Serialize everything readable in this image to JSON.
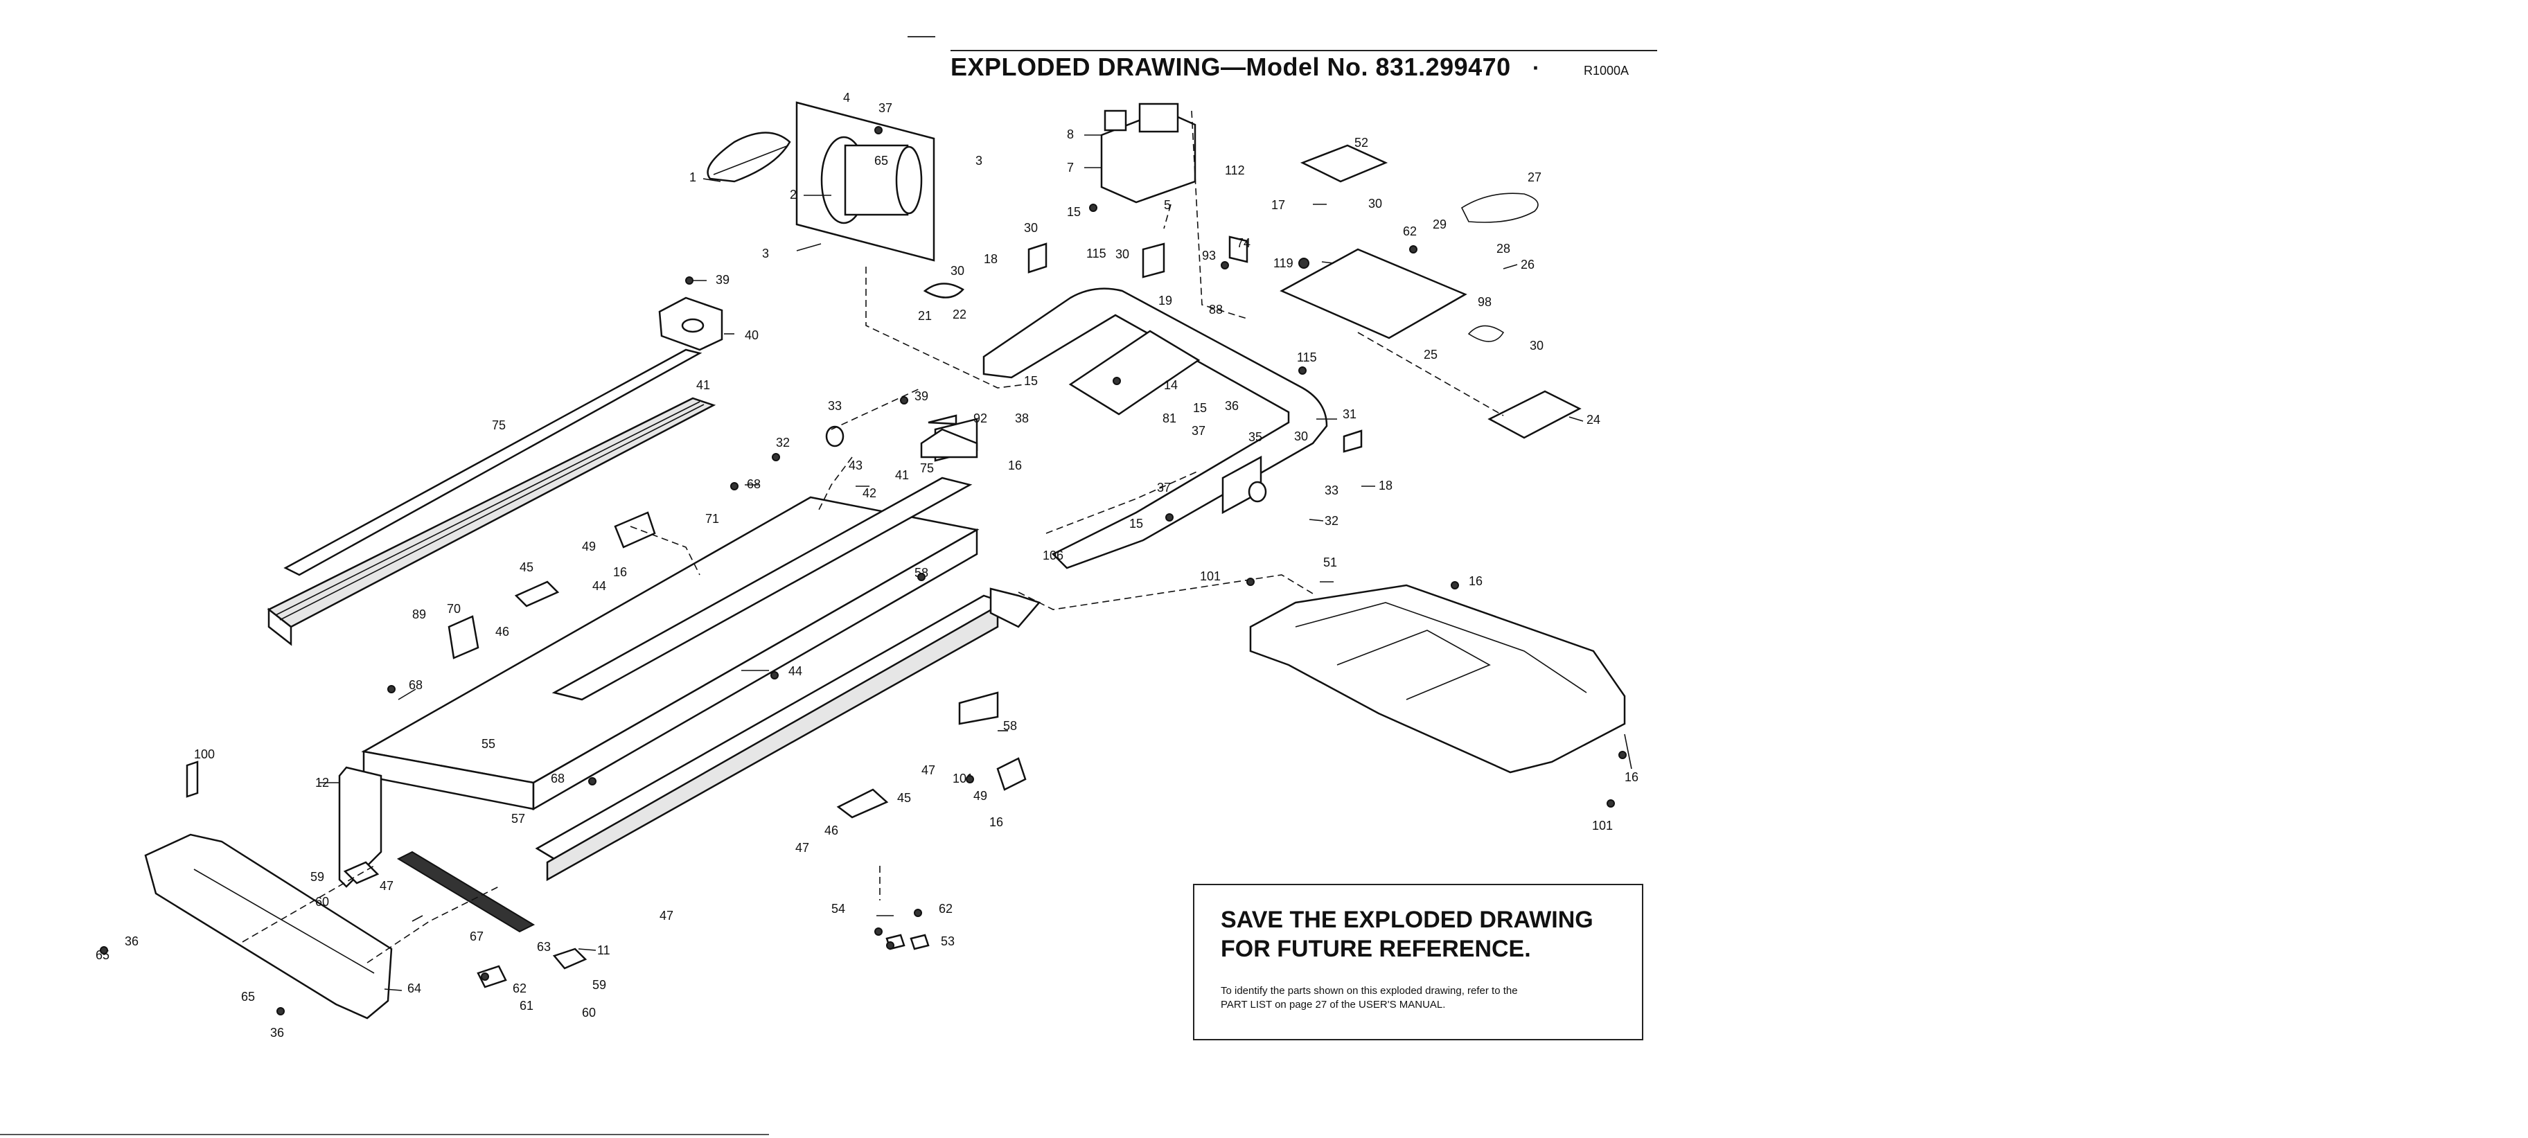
{
  "title": "EXPLODED DRAWING—Model No. 831.299470",
  "title_dot": "·",
  "drawing_code": "R1000A",
  "notice": {
    "heading_line1": "SAVE THE EXPLODED DRAWING",
    "heading_line2": "FOR FUTURE REFERENCE.",
    "body_line1": "To identify the parts shown on this exploded drawing, refer to the",
    "body_line2": "PART LIST on page 27 of the USER'S MANUAL."
  },
  "callouts": {
    "c1": "1",
    "c2": "2",
    "c3a": "3",
    "c3b": "3",
    "c4": "4",
    "c37a": "37",
    "c65": "65",
    "c39a": "39",
    "c40": "40",
    "c75a": "75",
    "c41a": "41",
    "c8": "8",
    "c7": "7",
    "c5": "5",
    "c15a": "15",
    "c30a": "30",
    "c18a": "18",
    "c30b": "30",
    "c115a": "115",
    "c30c": "30",
    "c19": "19",
    "c21": "21",
    "c22": "22",
    "c15b": "15",
    "c93": "93",
    "c74": "74",
    "c88": "88",
    "c112": "112",
    "c52": "52",
    "c17": "17",
    "c30d": "30",
    "c62a": "62",
    "c29": "29",
    "c27": "27",
    "c28": "28",
    "c26": "26",
    "c119": "119",
    "c98": "98",
    "c25": "25",
    "c30e": "30",
    "c24": "24",
    "c115b": "115",
    "c14": "14",
    "c15c": "15",
    "c36a": "36",
    "c38": "38",
    "c81": "81",
    "c37b": "37",
    "c35": "35",
    "c31": "31",
    "c30f": "30",
    "c18b": "18",
    "c37c": "37",
    "c33a": "33",
    "c15d": "15",
    "c32a": "32",
    "c33b": "33",
    "c39b": "39",
    "c92": "92",
    "c32b": "32",
    "c43": "43",
    "c42": "42",
    "c41b": "41",
    "c75b": "75",
    "c16a": "16",
    "c106": "106",
    "c68a": "68",
    "c71": "71",
    "c49a": "49",
    "c16b": "16",
    "c45a": "45",
    "c44a": "44",
    "c46a": "46",
    "c89": "89",
    "c70": "70",
    "c58a": "58",
    "c44b": "44",
    "c68b": "68",
    "c101a": "101",
    "c51": "51",
    "c16c": "16",
    "c16d": "16",
    "c101b": "101",
    "c58b": "58",
    "c47a": "47",
    "c101c": "101",
    "c49b": "49",
    "c16e": "16",
    "c45b": "45",
    "c46b": "46",
    "c47b": "47",
    "c100": "100",
    "c12": "12",
    "c55": "55",
    "c68c": "68",
    "c57": "57",
    "c59a": "59",
    "c60a": "60",
    "c47c": "47",
    "c67": "67",
    "c63": "63",
    "c47d": "47",
    "c11": "11",
    "c59b": "59",
    "c60b": "60",
    "c62b": "62",
    "c61": "61",
    "c64": "64",
    "c65a": "65",
    "c36b": "36",
    "c65b": "65",
    "c36c": "36",
    "c54": "54",
    "c62c": "62",
    "c53": "53"
  }
}
